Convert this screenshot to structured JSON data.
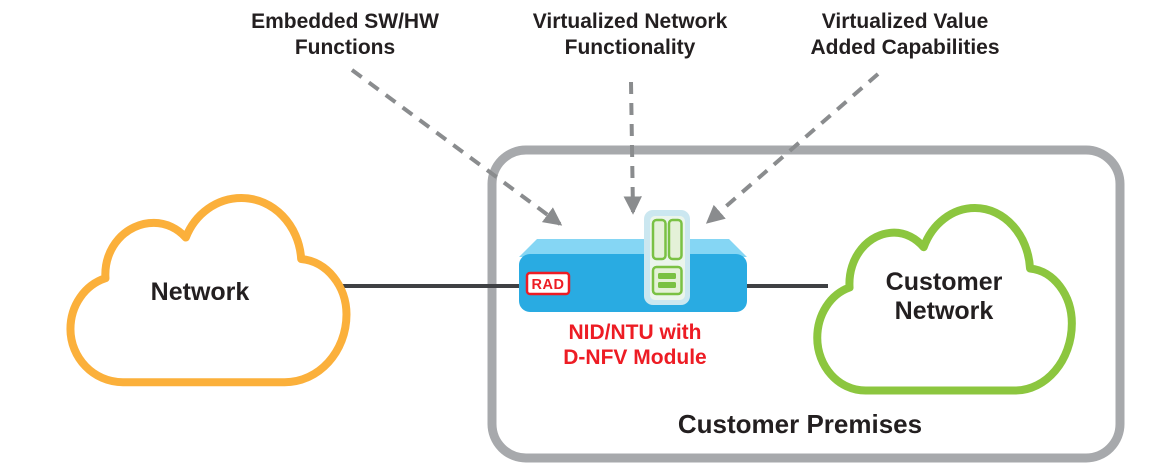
{
  "annotations": {
    "embedded": {
      "line1": "Embedded SW/HW",
      "line2": "Functions"
    },
    "virtualized_network": {
      "line1": "Virtualized Network",
      "line2": "Functionality"
    },
    "virtualized_value": {
      "line1": "Virtualized Value",
      "line2": "Added Capabilities"
    }
  },
  "network_cloud": {
    "label": "Network"
  },
  "customer_cloud": {
    "line1": "Customer",
    "line2": "Network"
  },
  "device": {
    "brand": "RAD",
    "caption": {
      "line1": "NID/NTU with",
      "line2": "D-NFV Module"
    }
  },
  "premises": {
    "label": "Customer Premises"
  },
  "colors": {
    "network_cloud_orange": "#FBB03B",
    "customer_cloud_green": "#8CC63F",
    "device_cyan": "#29ABE2",
    "device_cyan_top": "#85D6F4",
    "caption_red": "#ED1C24",
    "brand_red": "#ED1C24",
    "module_green": "#7AC143",
    "module_fill_light": "#E4F1D8",
    "module_panel": "#EBF5EC",
    "module_frame": "#CBE7F0",
    "premises_border_gray": "#A7A9AC",
    "arrow_gray": "#8A8C8E",
    "connector_dark": "#3F4144",
    "text_black": "#231F20"
  }
}
